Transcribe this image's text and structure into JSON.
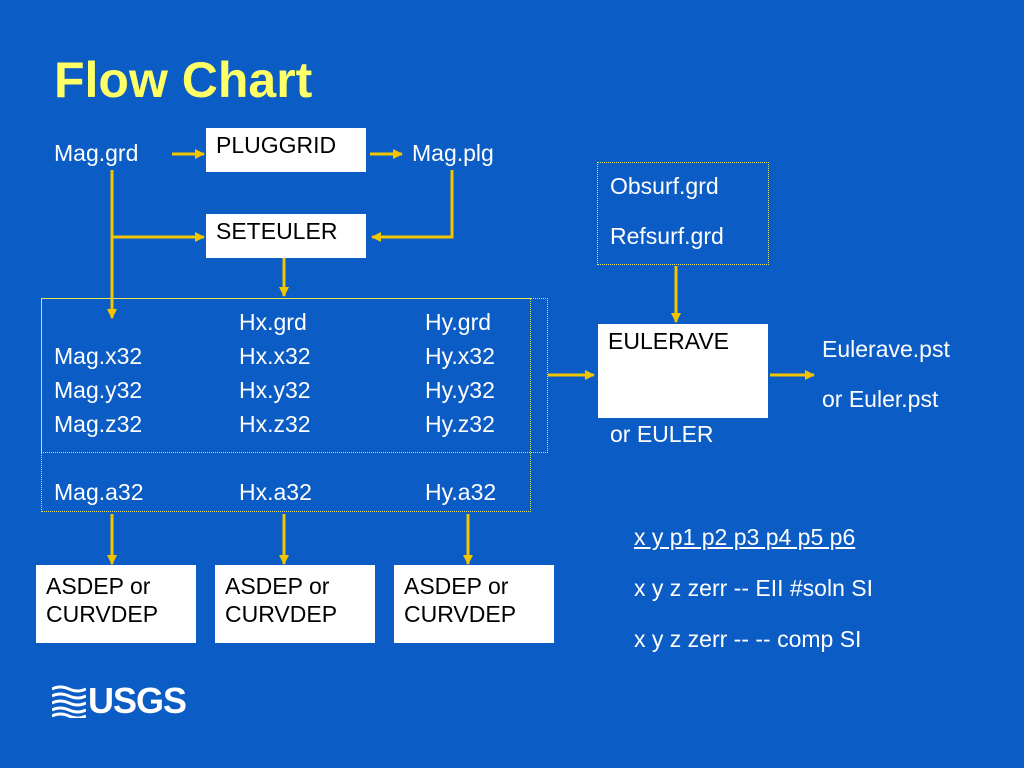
{
  "title": "Flow Chart",
  "inputs": {
    "mag_grd": "Mag.grd",
    "mag_plg": "Mag.plg"
  },
  "boxes": {
    "pluggrid": "PLUGGRID",
    "seteuler": "SETEULER",
    "eulerave": "EULERAVE",
    "eulerave_alt": "or EULER",
    "asdep_label": "ASDEP or CURVDEP"
  },
  "obs": {
    "obsurf": "Obsurf.grd",
    "refsurf": "Refsurf.grd"
  },
  "grid_files": {
    "col1": [
      "",
      "Mag.x32",
      "Mag.y32",
      "Mag.z32"
    ],
    "col2": [
      "Hx.grd",
      "Hx.x32",
      "Hx.y32",
      "Hx.z32"
    ],
    "col3": [
      "Hy.grd",
      "Hy.x32",
      "Hy.y32",
      "Hy.z32"
    ]
  },
  "a32_files": [
    "Mag.a32",
    "Hx.a32",
    "Hy.a32"
  ],
  "outputs": {
    "line1": "Eulerave.pst",
    "line2": "or Euler.pst"
  },
  "formats": {
    "header": "x y p1 p2 p3  p4   p5  p6",
    "line1": "x y  z zerr  --  EII #soln SI",
    "line2": "x y  z zerr  --  --  comp SI"
  },
  "logo": {
    "text": "USGS"
  },
  "colors": {
    "background": "#0b5cc4",
    "accent": "#ffff66",
    "arrow": "#f2c500"
  }
}
